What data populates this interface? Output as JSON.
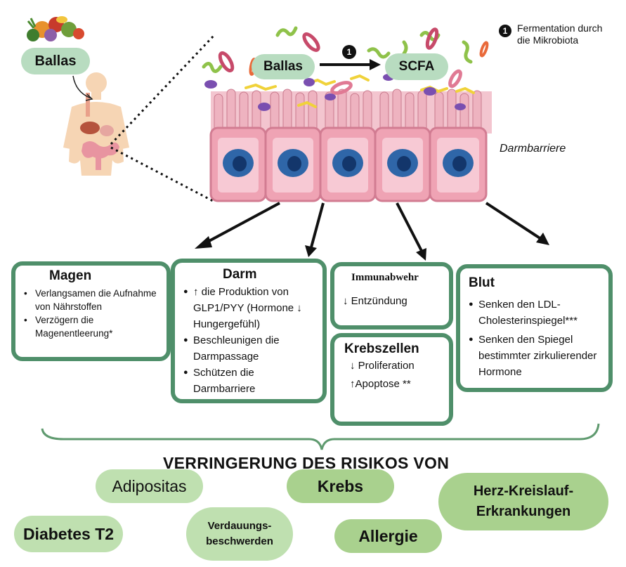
{
  "top": {
    "ballas_small": "Ballas",
    "ballas_main": "Ballas",
    "scfa": "SCFA",
    "step_number": "1",
    "legend_number": "1",
    "legend_text": "Fermentation durch die Mikrobiota",
    "barrier_label": "Darmbarriere"
  },
  "effects": {
    "magen": {
      "title": "Magen",
      "items": [
        "Verlangsamen die Aufnahme von Nährstoffen",
        "Verzögern die Magenentleerung*"
      ]
    },
    "darm": {
      "title": "Darm",
      "items": [
        "↑ die Produktion von GLP1/PYY (Hormone ↓ Hungergefühl)",
        "Beschleunigen die Darmpassage",
        "Schützen die Darmbarriere"
      ]
    },
    "immun": {
      "title": "Immunabwehr",
      "items": [
        "↓ Entzündung"
      ]
    },
    "krebs": {
      "title": "Krebszellen",
      "items": [
        "↓ Proliferation",
        "↑Apoptose **"
      ]
    },
    "blut": {
      "title": "Blut",
      "items": [
        "Senken den LDL-Cholesterinspiegel***",
        "Senken den Spiegel bestimmter zirkulierender Hormone"
      ]
    }
  },
  "risk": {
    "heading": "VERRINGERUNG DES RISIKOS VON",
    "items": [
      "Adipositas",
      "Krebs",
      "Herz-Kreislauf-Erkrankungen",
      "Diabetes T2",
      "Verdauungs-beschwerden",
      "Allergie"
    ]
  },
  "colors": {
    "green_border": "#4f8f6a",
    "pill_green": "#a9d18e",
    "cell_pink": "#efa3b4",
    "nucleus_blue": "#2f66a8"
  }
}
